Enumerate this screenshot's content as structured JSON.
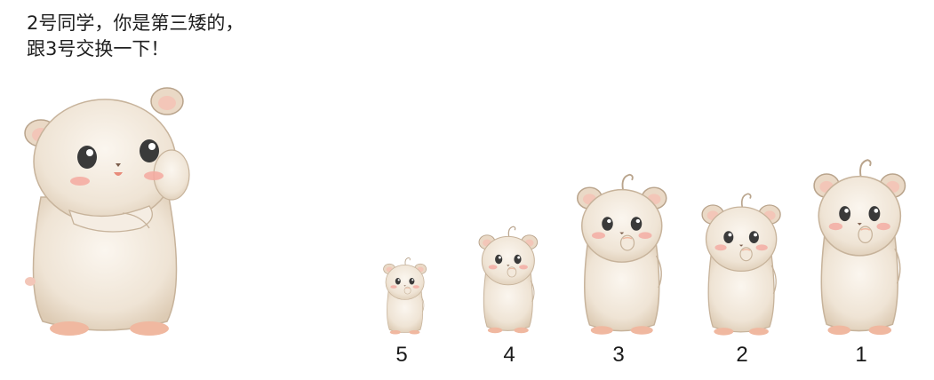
{
  "speech": {
    "line1": "2号同学，你是第三矮的，",
    "line2": "跟3号交换一下！"
  },
  "lineup": {
    "labels": [
      "5",
      "4",
      "3",
      "2",
      "1"
    ]
  },
  "colors": {
    "fur": "#efe6da",
    "fur_shade": "#d9c9b5",
    "outline": "#b9a48c",
    "ear_inner": "#f3c6b8",
    "cheek": "#f4a9a0",
    "eye": "#3a3a3a",
    "feet": "#f0b8a0"
  }
}
